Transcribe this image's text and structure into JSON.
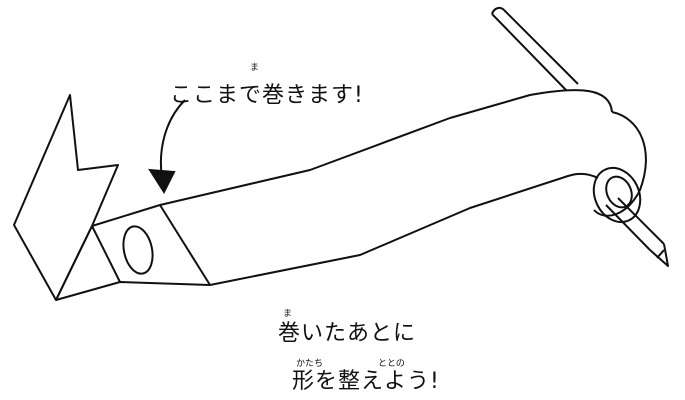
{
  "annotations": {
    "top_label": {
      "text": "ここまで巻きます!",
      "ruby_ma": "ま"
    },
    "bottom_line1": {
      "text": "巻いたあとに",
      "ruby_ma": "ま"
    },
    "bottom_line2": {
      "text": "形を整えよう!",
      "ruby_katachi": "かたち",
      "ruby_totono": "ととの"
    }
  },
  "colors": {
    "ink": "#111111",
    "paper": "#ffffff"
  },
  "illustration": {
    "objects": [
      "paper-strip",
      "pencil",
      "folded-tab",
      "arrow-icon",
      "hole"
    ]
  }
}
